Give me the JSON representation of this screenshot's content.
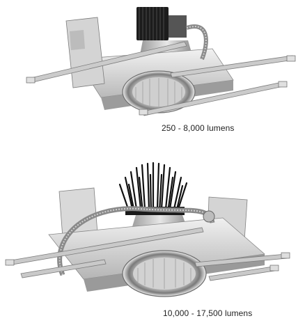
{
  "products": [
    {
      "caption": "250 - 8,000 lumens",
      "image_icon": "recessed-downlight-small-heatsink"
    },
    {
      "caption": "10,000 - 17,500 lumens",
      "image_icon": "recessed-downlight-large-heatsink"
    }
  ],
  "colors": {
    "metal_light": "#e4e4e4",
    "metal_mid": "#b8b8b8",
    "metal_dark": "#6a6a6a",
    "heatsink": "#1e1e1e",
    "background": "#ffffff"
  }
}
